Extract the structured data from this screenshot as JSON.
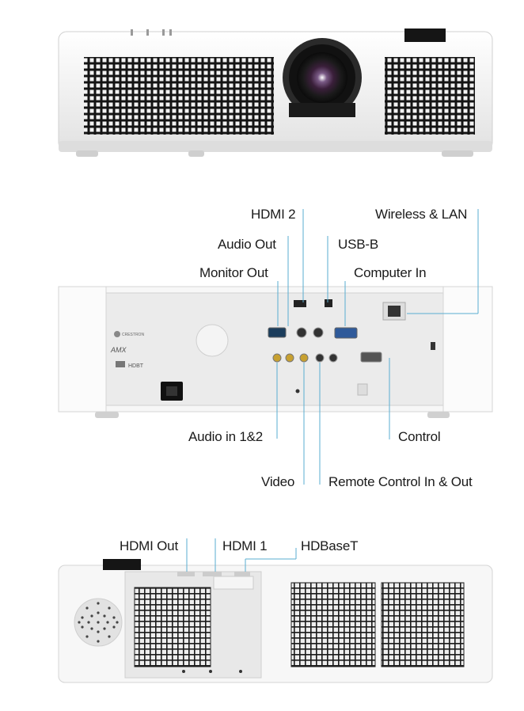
{
  "colors": {
    "body_white": "#f4f4f4",
    "panel_grey": "#e9e9e9",
    "vent_black": "#141414",
    "leader_line": "#5aaed0"
  },
  "rear_view": {
    "labels": {
      "hdmi2": "HDMI 2",
      "wireless_lan": "Wireless & LAN",
      "audio_out": "Audio Out",
      "usb_b": "USB-B",
      "monitor_out": "Monitor Out",
      "computer_in": "Computer In",
      "audio_in": "Audio in 1&2",
      "control": "Control",
      "video": "Video",
      "remote_control": "Remote Control In & Out"
    }
  },
  "side_view": {
    "labels": {
      "hdmi_out": "HDMI Out",
      "hdmi1": "HDMI 1",
      "hdbaset": "HDBaseT"
    }
  },
  "panel_logos": {
    "crestron": "CRESTRON",
    "amx": "AMX",
    "hdbaset_logo": "HDBT"
  }
}
